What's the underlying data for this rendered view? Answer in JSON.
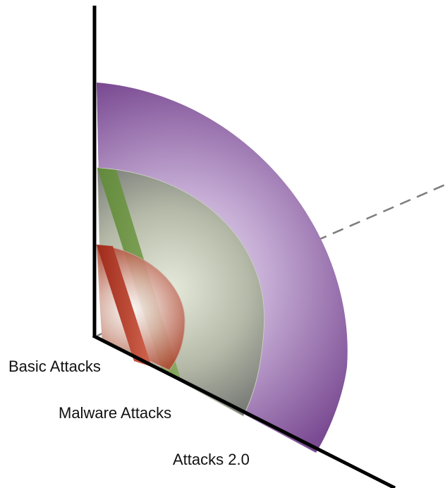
{
  "diagram": {
    "layers": [
      {
        "label": "Basic Attacks",
        "color": "#c0392b"
      },
      {
        "label": "Malware Attacks",
        "color": "#6a8f3a"
      },
      {
        "label": "Attacks 2.0",
        "color": "#7b4a94"
      }
    ]
  }
}
